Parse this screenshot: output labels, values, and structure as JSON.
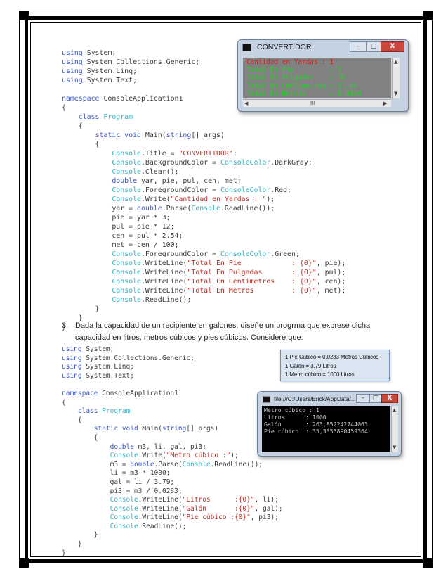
{
  "code_block_1": {
    "lines": [
      [
        {
          "t": "using ",
          "c": "kw"
        },
        {
          "t": "System;"
        }
      ],
      [
        {
          "t": "using ",
          "c": "kw"
        },
        {
          "t": "System.Collections.Generic;"
        }
      ],
      [
        {
          "t": "using ",
          "c": "kw"
        },
        {
          "t": "System.Linq;"
        }
      ],
      [
        {
          "t": "using ",
          "c": "kw"
        },
        {
          "t": "System.Text;"
        }
      ],
      [
        {
          "t": ""
        }
      ],
      [
        {
          "t": "namespace ",
          "c": "kw"
        },
        {
          "t": "ConsoleApplication1"
        }
      ],
      [
        {
          "t": "{"
        }
      ],
      [
        {
          "t": "    "
        },
        {
          "t": "class ",
          "c": "kw"
        },
        {
          "t": "Program",
          "c": "ty"
        }
      ],
      [
        {
          "t": "    {"
        }
      ],
      [
        {
          "t": "        "
        },
        {
          "t": "static void ",
          "c": "kw"
        },
        {
          "t": "Main("
        },
        {
          "t": "string",
          "c": "kw"
        },
        {
          "t": "[] args)"
        }
      ],
      [
        {
          "t": "        {"
        }
      ],
      [
        {
          "t": "            "
        },
        {
          "t": "Console",
          "c": "ty"
        },
        {
          "t": ".Title = "
        },
        {
          "t": "\"CONVERTIDOR\"",
          "c": "st"
        },
        {
          "t": ";"
        }
      ],
      [
        {
          "t": "            "
        },
        {
          "t": "Console",
          "c": "ty"
        },
        {
          "t": ".BackgroundColor = "
        },
        {
          "t": "ConsoleColor",
          "c": "ty"
        },
        {
          "t": ".DarkGray;"
        }
      ],
      [
        {
          "t": "            "
        },
        {
          "t": "Console",
          "c": "ty"
        },
        {
          "t": ".Clear();"
        }
      ],
      [
        {
          "t": "            "
        },
        {
          "t": "double ",
          "c": "kw"
        },
        {
          "t": "yar, pie, pul, cen, met;"
        }
      ],
      [
        {
          "t": "            "
        },
        {
          "t": "Console",
          "c": "ty"
        },
        {
          "t": ".ForegroundColor = "
        },
        {
          "t": "ConsoleColor",
          "c": "ty"
        },
        {
          "t": ".Red;"
        }
      ],
      [
        {
          "t": "            "
        },
        {
          "t": "Console",
          "c": "ty"
        },
        {
          "t": ".Write("
        },
        {
          "t": "\"Cantidad en Yardas : \"",
          "c": "st"
        },
        {
          "t": ");"
        }
      ],
      [
        {
          "t": "            yar = "
        },
        {
          "t": "double",
          "c": "kw"
        },
        {
          "t": ".Parse("
        },
        {
          "t": "Console",
          "c": "ty"
        },
        {
          "t": ".ReadLine());"
        }
      ],
      [
        {
          "t": "            pie = yar * 3;"
        }
      ],
      [
        {
          "t": "            pul = pie * 12;"
        }
      ],
      [
        {
          "t": "            cen = pul * 2.54;"
        }
      ],
      [
        {
          "t": "            met = cen / 100;"
        }
      ],
      [
        {
          "t": "            "
        },
        {
          "t": "Console",
          "c": "ty"
        },
        {
          "t": ".ForegroundColor = "
        },
        {
          "t": "ConsoleColor",
          "c": "ty"
        },
        {
          "t": ".Green;"
        }
      ],
      [
        {
          "t": "            "
        },
        {
          "t": "Console",
          "c": "ty"
        },
        {
          "t": ".WriteLine("
        },
        {
          "t": "\"Total En Pie            : {0}\"",
          "c": "st"
        },
        {
          "t": ", pie);"
        }
      ],
      [
        {
          "t": "            "
        },
        {
          "t": "Console",
          "c": "ty"
        },
        {
          "t": ".WriteLine("
        },
        {
          "t": "\"Total En Pulgadas       : {0}\"",
          "c": "st"
        },
        {
          "t": ", pul);"
        }
      ],
      [
        {
          "t": "            "
        },
        {
          "t": "Console",
          "c": "ty"
        },
        {
          "t": ".WriteLine("
        },
        {
          "t": "\"Total En Centimetros    : {0}\"",
          "c": "st"
        },
        {
          "t": ", cen);"
        }
      ],
      [
        {
          "t": "            "
        },
        {
          "t": "Console",
          "c": "ty"
        },
        {
          "t": ".WriteLine("
        },
        {
          "t": "\"Total En Metros         : {0}\"",
          "c": "st"
        },
        {
          "t": ", met);"
        }
      ],
      [
        {
          "t": "            "
        },
        {
          "t": "Console",
          "c": "ty"
        },
        {
          "t": ".ReadLine();"
        }
      ],
      [
        {
          "t": "        }"
        }
      ],
      [
        {
          "t": "    }"
        }
      ],
      [
        {
          "t": "}"
        }
      ]
    ]
  },
  "question": {
    "number": "3.",
    "text": "Dada la capacidad de un recipiente en galones, diseñe un progrma que exprese dicha capacidad en litros, metros cúbicos y pies cúbicos. Considere que:"
  },
  "code_block_2": {
    "lines": [
      [
        {
          "t": "using ",
          "c": "kw"
        },
        {
          "t": "System;"
        }
      ],
      [
        {
          "t": "using ",
          "c": "kw"
        },
        {
          "t": "System.Collections.Generic;"
        }
      ],
      [
        {
          "t": "using ",
          "c": "kw"
        },
        {
          "t": "System.Linq;"
        }
      ],
      [
        {
          "t": "using ",
          "c": "kw"
        },
        {
          "t": "System.Text;"
        }
      ],
      [
        {
          "t": ""
        }
      ],
      [
        {
          "t": "namespace ",
          "c": "kw"
        },
        {
          "t": "ConsoleApplication1"
        }
      ],
      [
        {
          "t": "{"
        }
      ],
      [
        {
          "t": "    "
        },
        {
          "t": "class ",
          "c": "kw"
        },
        {
          "t": "Program",
          "c": "ty"
        }
      ],
      [
        {
          "t": "    {"
        }
      ],
      [
        {
          "t": "        "
        },
        {
          "t": "static void ",
          "c": "kw"
        },
        {
          "t": "Main("
        },
        {
          "t": "string",
          "c": "kw"
        },
        {
          "t": "[] args)"
        }
      ],
      [
        {
          "t": "        {"
        }
      ],
      [
        {
          "t": "            "
        },
        {
          "t": "double ",
          "c": "kw"
        },
        {
          "t": "m3, li, gal, pi3;"
        }
      ],
      [
        {
          "t": "            "
        },
        {
          "t": "Console",
          "c": "ty"
        },
        {
          "t": ".Write("
        },
        {
          "t": "\"Metro cúbico :\"",
          "c": "st"
        },
        {
          "t": ");"
        }
      ],
      [
        {
          "t": "            m3 = "
        },
        {
          "t": "double",
          "c": "kw"
        },
        {
          "t": ".Parse("
        },
        {
          "t": "Console",
          "c": "ty"
        },
        {
          "t": ".ReadLine());"
        }
      ],
      [
        {
          "t": "            li = m3 * 1000;"
        }
      ],
      [
        {
          "t": "            gal = li / 3.79;"
        }
      ],
      [
        {
          "t": "            pi3 = m3 / 0.0283;"
        }
      ],
      [
        {
          "t": "            "
        },
        {
          "t": "Console",
          "c": "ty"
        },
        {
          "t": ".WriteLine("
        },
        {
          "t": "\"Litros      :{0}\"",
          "c": "st"
        },
        {
          "t": ", li);"
        }
      ],
      [
        {
          "t": "            "
        },
        {
          "t": "Console",
          "c": "ty"
        },
        {
          "t": ".WriteLine("
        },
        {
          "t": "\"Galón       :{0}\"",
          "c": "st"
        },
        {
          "t": ", gal);"
        }
      ],
      [
        {
          "t": "            "
        },
        {
          "t": "Console",
          "c": "ty"
        },
        {
          "t": ".WriteLine("
        },
        {
          "t": "\"Pie cúbico :{0}\"",
          "c": "st"
        },
        {
          "t": ", pi3);"
        }
      ],
      [
        {
          "t": "            "
        },
        {
          "t": "Console",
          "c": "ty"
        },
        {
          "t": ".ReadLine();"
        }
      ],
      [
        {
          "t": "        }"
        }
      ],
      [
        {
          "t": "    }"
        }
      ],
      [
        {
          "t": "}"
        }
      ]
    ]
  },
  "console_window_1": {
    "title": "CONVERTIDOR",
    "minimize": "–",
    "maximize": "□",
    "close": "X",
    "scroll_grip": "III",
    "lines": [
      {
        "text": "Cantidad en Yardas : 1",
        "color": "#d42020"
      },
      {
        "text": "Total En Pie         : 3",
        "color": "#1dd51d"
      },
      {
        "text": "Total En Pulgadas    : 36",
        "color": "#1dd51d"
      },
      {
        "text": "Total En Centimetros : 91.44",
        "color": "#1dd51d"
      },
      {
        "text": "Total En Metros      : 0.9144",
        "color": "#1dd51d"
      }
    ]
  },
  "conversion_info": {
    "lines": [
      "1 Pie Cúbico = 0.0283 Metros Cúbicos",
      "1 Galón  = 3.79 Litros",
      "1 Metro cúbico = 1000 Litros"
    ]
  },
  "console_window_2": {
    "title": "file:///C:/Users/Erick/AppData/...",
    "minimize": "–",
    "maximize": "□",
    "close": "X",
    "lines": [
      {
        "text": "Metro cúbico : 1"
      },
      {
        "text": "Litros      : 1000"
      },
      {
        "text": "Galón       : 263,852242744063"
      },
      {
        "text": "Pie cúbico  : 35,3356890459364"
      }
    ]
  },
  "colors": {
    "keyword": "#3b55c4",
    "type": "#3cb0bf",
    "string": "#b5302a",
    "console1_bg": "#828282",
    "console2_bg": "#000000"
  }
}
